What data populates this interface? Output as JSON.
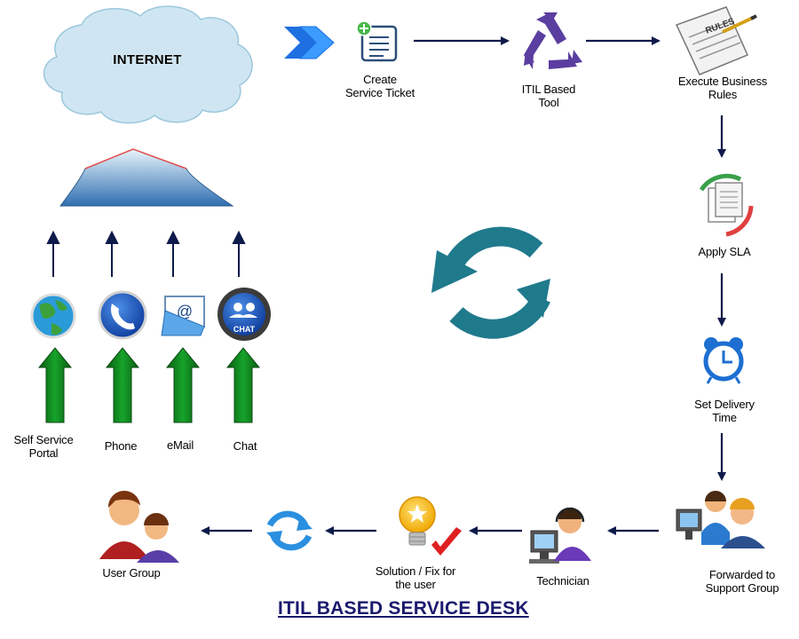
{
  "title": "ITIL BASED SERVICE DESK",
  "cloud": {
    "label": "INTERNET"
  },
  "top_flow": {
    "create_ticket": [
      "Create",
      "Service Ticket"
    ],
    "itil_tool": [
      "ITIL Based",
      "Tool"
    ],
    "business_rules": [
      "Execute Business",
      "Rules"
    ],
    "rules_sheet": "RULES"
  },
  "right_flow": {
    "apply_sla": "Apply SLA",
    "delivery_time": [
      "Set Delivery",
      "Time"
    ],
    "support_group": [
      "Forwarded to",
      "Support Group"
    ]
  },
  "bottom_flow": {
    "technician": "Technician",
    "solution": [
      "Solution / Fix for",
      "the user"
    ],
    "user_group": "User Group"
  },
  "channels": [
    {
      "label": [
        "Self Service",
        "Portal"
      ],
      "icon": "globe-icon"
    },
    {
      "label": [
        "Phone"
      ],
      "icon": "phone-icon"
    },
    {
      "label": [
        "eMail"
      ],
      "icon": "email-icon"
    },
    {
      "label": [
        "Chat"
      ],
      "icon": "chat-icon",
      "badge": "CHAT"
    }
  ],
  "colors": {
    "arrow": "#0d1a4a",
    "up_arrow": "#0a7a18",
    "cycle": "#1f7a8c",
    "cloud": "#cfe6f2",
    "chevron": "#1e6fe0"
  }
}
